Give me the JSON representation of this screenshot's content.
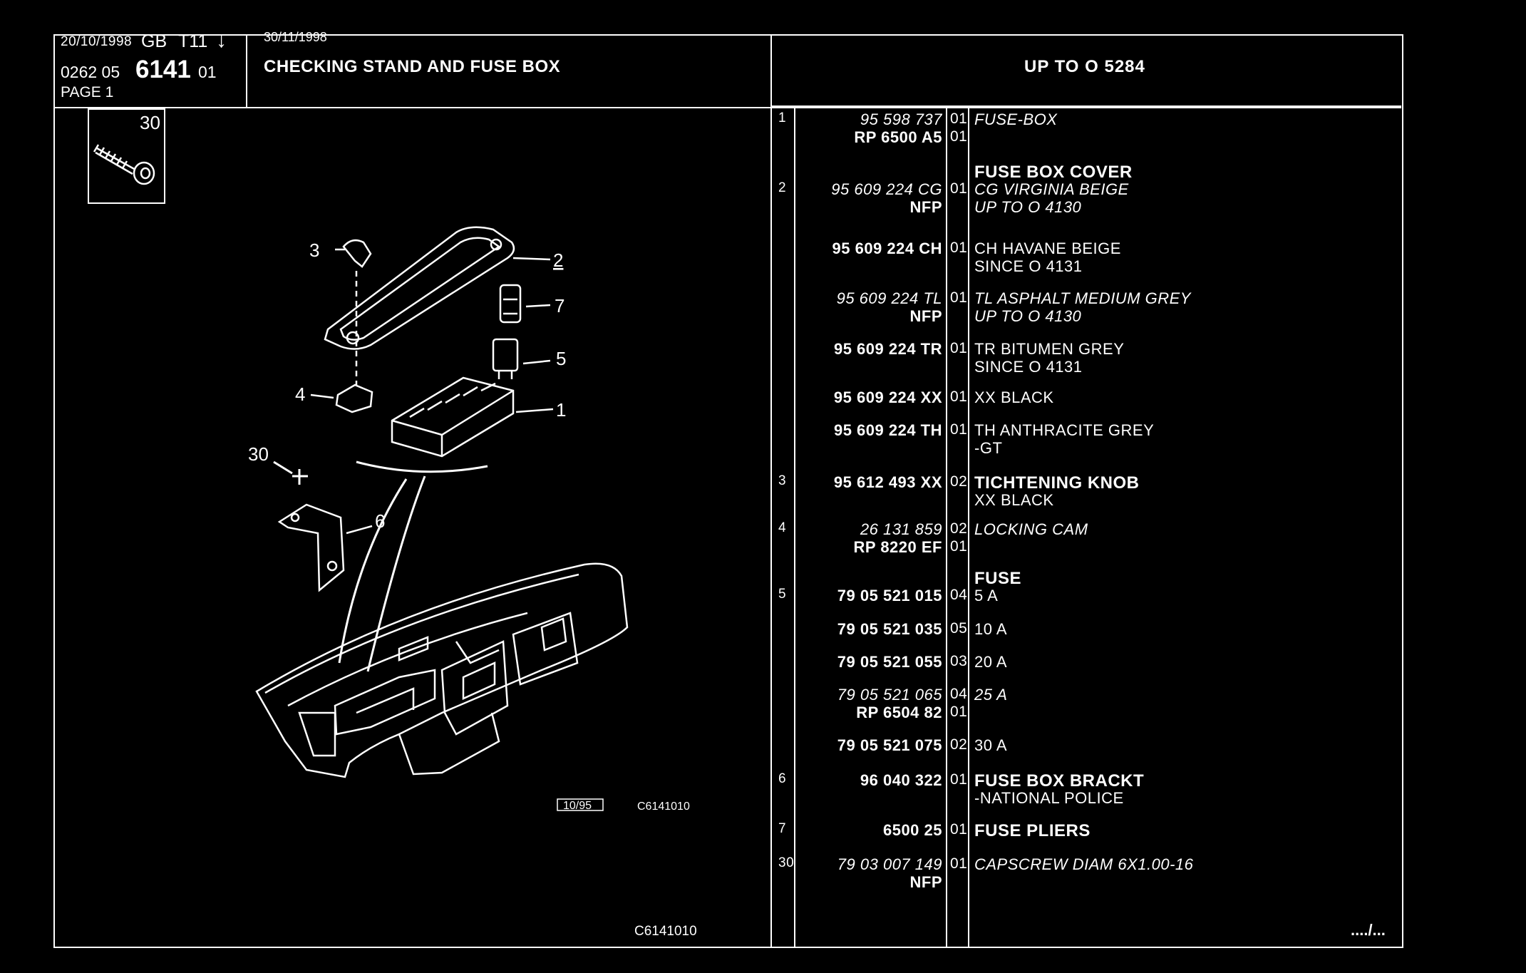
{
  "header": {
    "date": "20/10/1998",
    "lang": "GB",
    "code": "T11",
    "arrow": "↓",
    "ref_prefix": "0262 05",
    "ref_main": "6141",
    "ref_suffix": "01",
    "page": "PAGE 1",
    "date2": "30/11/1998",
    "title": "CHECKING STAND AND FUSE BOX",
    "validity": "UP TO O  5284"
  },
  "diagram": {
    "inset_number": "30",
    "callouts": [
      "3",
      "2",
      "7",
      "5",
      "4",
      "1",
      "30",
      "6"
    ],
    "stamp": "10/95",
    "code_a": "C6141010",
    "code_b": "C6141010"
  },
  "parts": [
    {
      "item": "1",
      "ref": "95 598 737",
      "ref_italic": true,
      "qty": "01",
      "desc": "FUSE-BOX",
      "desc_italic": true,
      "desc_bold": false
    },
    {
      "item": "",
      "ref": "RP  6500 A5",
      "ref_italic": false,
      "qty": "01",
      "desc": "",
      "desc_italic": false,
      "desc_bold": false
    },
    {
      "item": "",
      "ref": "",
      "ref_italic": false,
      "qty": "",
      "desc": "FUSE BOX COVER",
      "desc_italic": false,
      "desc_bold": true
    },
    {
      "item": "2",
      "ref": "95 609 224 CG",
      "ref_italic": true,
      "qty": "01",
      "desc": "CG VIRGINIA BEIGE",
      "desc_italic": true,
      "desc_bold": false
    },
    {
      "item": "",
      "ref": "NFP",
      "ref_italic": false,
      "qty": "",
      "desc": "UP TO O 4130",
      "desc_italic": true,
      "desc_bold": false
    },
    {
      "item": "",
      "ref": "95 609 224 CH",
      "ref_italic": false,
      "qty": "01",
      "desc": "CH HAVANE BEIGE",
      "desc_italic": false,
      "desc_bold": false
    },
    {
      "item": "",
      "ref": "",
      "ref_italic": false,
      "qty": "",
      "desc": "SINCE  O  4131",
      "desc_italic": false,
      "desc_bold": false
    },
    {
      "item": "",
      "ref": "95 609 224 TL",
      "ref_italic": true,
      "qty": "01",
      "desc": "TL ASPHALT MEDIUM GREY",
      "desc_italic": true,
      "desc_bold": false
    },
    {
      "item": "",
      "ref": "NFP",
      "ref_italic": false,
      "qty": "",
      "desc": "UP TO O 4130",
      "desc_italic": true,
      "desc_bold": false
    },
    {
      "item": "",
      "ref": "95 609 224 TR",
      "ref_italic": false,
      "qty": "01",
      "desc": "TR BITUMEN GREY",
      "desc_italic": false,
      "desc_bold": false
    },
    {
      "item": "",
      "ref": "",
      "ref_italic": false,
      "qty": "",
      "desc": "SINCE  O  4131",
      "desc_italic": false,
      "desc_bold": false
    },
    {
      "item": "",
      "ref": "95 609 224 XX",
      "ref_italic": false,
      "qty": "01",
      "desc": "XX BLACK",
      "desc_italic": false,
      "desc_bold": false
    },
    {
      "item": "",
      "ref": "95 609 224 TH",
      "ref_italic": false,
      "qty": "01",
      "desc": "TH ANTHRACITE GREY",
      "desc_italic": false,
      "desc_bold": false
    },
    {
      "item": "",
      "ref": "",
      "ref_italic": false,
      "qty": "",
      "desc": "-GT",
      "desc_italic": false,
      "desc_bold": false
    },
    {
      "item": "3",
      "ref": "95 612 493 XX",
      "ref_italic": false,
      "qty": "02",
      "desc": "TICHTENING KNOB",
      "desc_italic": false,
      "desc_bold": true
    },
    {
      "item": "",
      "ref": "",
      "ref_italic": false,
      "qty": "",
      "desc": "XX BLACK",
      "desc_italic": false,
      "desc_bold": false
    },
    {
      "item": "4",
      "ref": "26 131 859",
      "ref_italic": true,
      "qty": "02",
      "desc": "LOCKING CAM",
      "desc_italic": true,
      "desc_bold": false
    },
    {
      "item": "",
      "ref": "RP  8220 EF",
      "ref_italic": false,
      "qty": "01",
      "desc": "",
      "desc_italic": false,
      "desc_bold": false
    },
    {
      "item": "",
      "ref": "",
      "ref_italic": false,
      "qty": "",
      "desc": "FUSE",
      "desc_italic": false,
      "desc_bold": true
    },
    {
      "item": "5",
      "ref": "79 05 521 015",
      "ref_italic": false,
      "qty": "04",
      "desc": "5 A",
      "desc_italic": false,
      "desc_bold": false
    },
    {
      "item": "",
      "ref": "79 05 521 035",
      "ref_italic": false,
      "qty": "05",
      "desc": "10 A",
      "desc_italic": false,
      "desc_bold": false
    },
    {
      "item": "",
      "ref": "79 05 521 055",
      "ref_italic": false,
      "qty": "03",
      "desc": "20 A",
      "desc_italic": false,
      "desc_bold": false
    },
    {
      "item": "",
      "ref": "79 05 521 065",
      "ref_italic": true,
      "qty": "04",
      "desc": "25 A",
      "desc_italic": true,
      "desc_bold": false
    },
    {
      "item": "",
      "ref": "RP  6504 82",
      "ref_italic": false,
      "qty": "01",
      "desc": "",
      "desc_italic": false,
      "desc_bold": false
    },
    {
      "item": "",
      "ref": "79 05 521 075",
      "ref_italic": false,
      "qty": "02",
      "desc": "30 A",
      "desc_italic": false,
      "desc_bold": false
    },
    {
      "item": "6",
      "ref": "96 040 322",
      "ref_italic": false,
      "qty": "01",
      "desc": "FUSE BOX BRACKT",
      "desc_italic": false,
      "desc_bold": true
    },
    {
      "item": "",
      "ref": "",
      "ref_italic": false,
      "qty": "",
      "desc": "-NATIONAL POLICE",
      "desc_italic": false,
      "desc_bold": false
    },
    {
      "item": "7",
      "ref": "6500 25",
      "ref_italic": false,
      "qty": "01",
      "desc": "FUSE PLIERS",
      "desc_italic": false,
      "desc_bold": true
    },
    {
      "item": "30",
      "ref": "79 03 007 149",
      "ref_italic": true,
      "qty": "01",
      "desc": "CAPSCREW DIAM 6X1.00-16",
      "desc_italic": true,
      "desc_bold": false
    },
    {
      "item": "",
      "ref": "NFP",
      "ref_italic": false,
      "qty": "",
      "desc": "",
      "desc_italic": false,
      "desc_bold": false
    }
  ],
  "footer": {
    "continued": "..../..."
  }
}
